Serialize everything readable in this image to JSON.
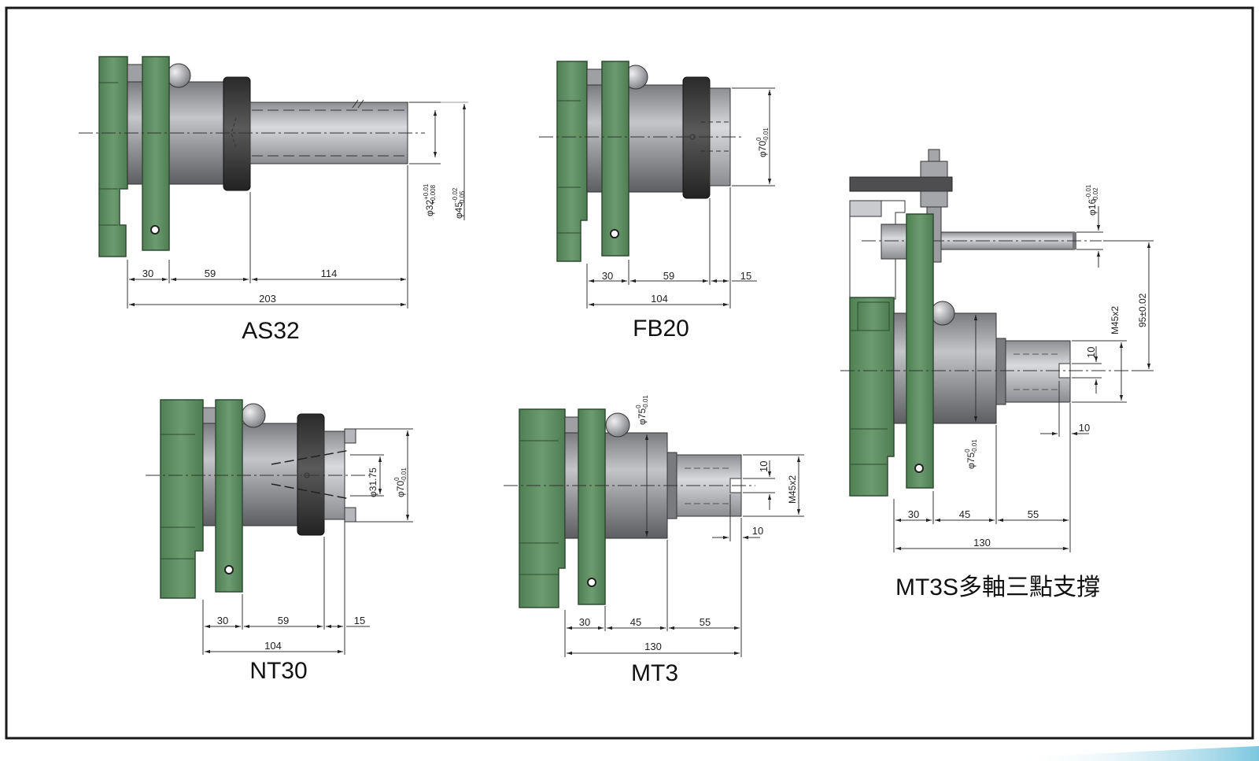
{
  "colors": {
    "frame": "#1a1a1a",
    "green": "#5f8f62",
    "green_dark": "#2f4d31",
    "steel": "#8e8e92",
    "steel_light": "#c9cbcf",
    "ring_dark": "#3a3a3a",
    "accent": "#8fd3e8"
  },
  "units": [
    {
      "caption": "AS32",
      "dims": {
        "d1": "30",
        "d2": "59",
        "d3": "114",
        "total": "203"
      },
      "dia_labels": [
        {
          "base": "φ32",
          "sup": "+0.01",
          "sub": "+0.008"
        },
        {
          "base": "φ45",
          "sup": "-0.02",
          "sub": "-0.05"
        }
      ]
    },
    {
      "caption": "FB20",
      "dims": {
        "d1": "30",
        "d2": "59",
        "d3": "15",
        "total": "104"
      },
      "dia_labels": [
        {
          "base": "φ70",
          "sup": "0",
          "sub": "-0.01"
        }
      ]
    },
    {
      "caption": "NT30",
      "dims": {
        "d1": "30",
        "d2": "59",
        "d3": "15",
        "total": "104"
      },
      "dia_labels": [
        {
          "base": "φ31.75",
          "sup": "",
          "sub": ""
        },
        {
          "base": "φ70",
          "sup": "0",
          "sub": "-0.01"
        }
      ]
    },
    {
      "caption": "MT3",
      "dims": {
        "d1": "30",
        "d2": "45",
        "d3": "55",
        "total": "130",
        "slot": "10",
        "slot2": "10"
      },
      "dia_labels": [
        {
          "base": "φ75",
          "sup": "0",
          "sub": "-0.01"
        },
        {
          "base": "M45x2",
          "sup": "",
          "sub": ""
        }
      ]
    },
    {
      "caption": "MT3S多軸三點支撐",
      "dims": {
        "d1": "30",
        "d2": "45",
        "d3": "55",
        "total": "130",
        "slot": "10",
        "slot2": "10",
        "center": "95±0.02"
      },
      "dia_labels": [
        {
          "base": "φ16",
          "sup": "-0.01",
          "sub": "-0.02"
        },
        {
          "base": "M45x2",
          "sup": "",
          "sub": ""
        },
        {
          "base": "φ75",
          "sup": "0",
          "sub": "-0.01"
        }
      ]
    }
  ]
}
